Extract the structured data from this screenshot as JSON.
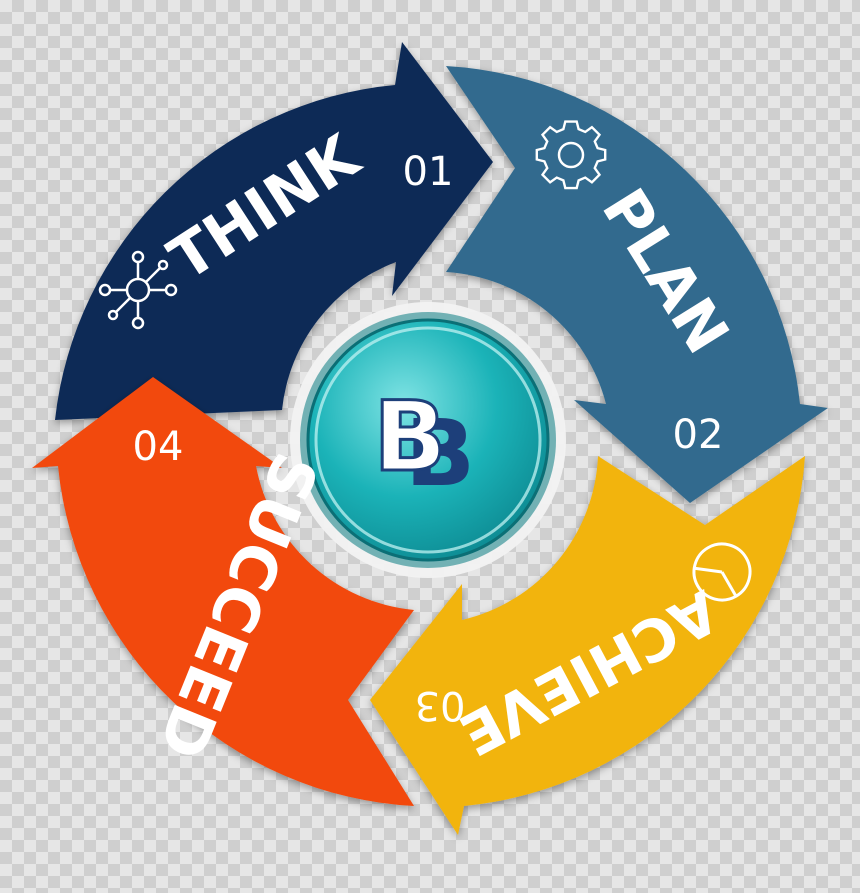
{
  "steps": [
    {
      "label": "THINK",
      "number": "01",
      "icon": "network-icon",
      "color": "#0d2a57"
    },
    {
      "label": "PLAN",
      "number": "02",
      "icon": "gear-icon",
      "color": "#336b8e"
    },
    {
      "label": "ACHIEVE",
      "number": "03",
      "icon": "pie-chart-icon",
      "color": "#f2b40c"
    },
    {
      "label": "SUCCEED",
      "number": "04",
      "icon": "none",
      "color": "#f2480a"
    }
  ],
  "center": {
    "letter_main": "B",
    "letter_shadow": "B",
    "ring_color": "#1bb3b8",
    "letter_color": "#1d3f7a"
  }
}
